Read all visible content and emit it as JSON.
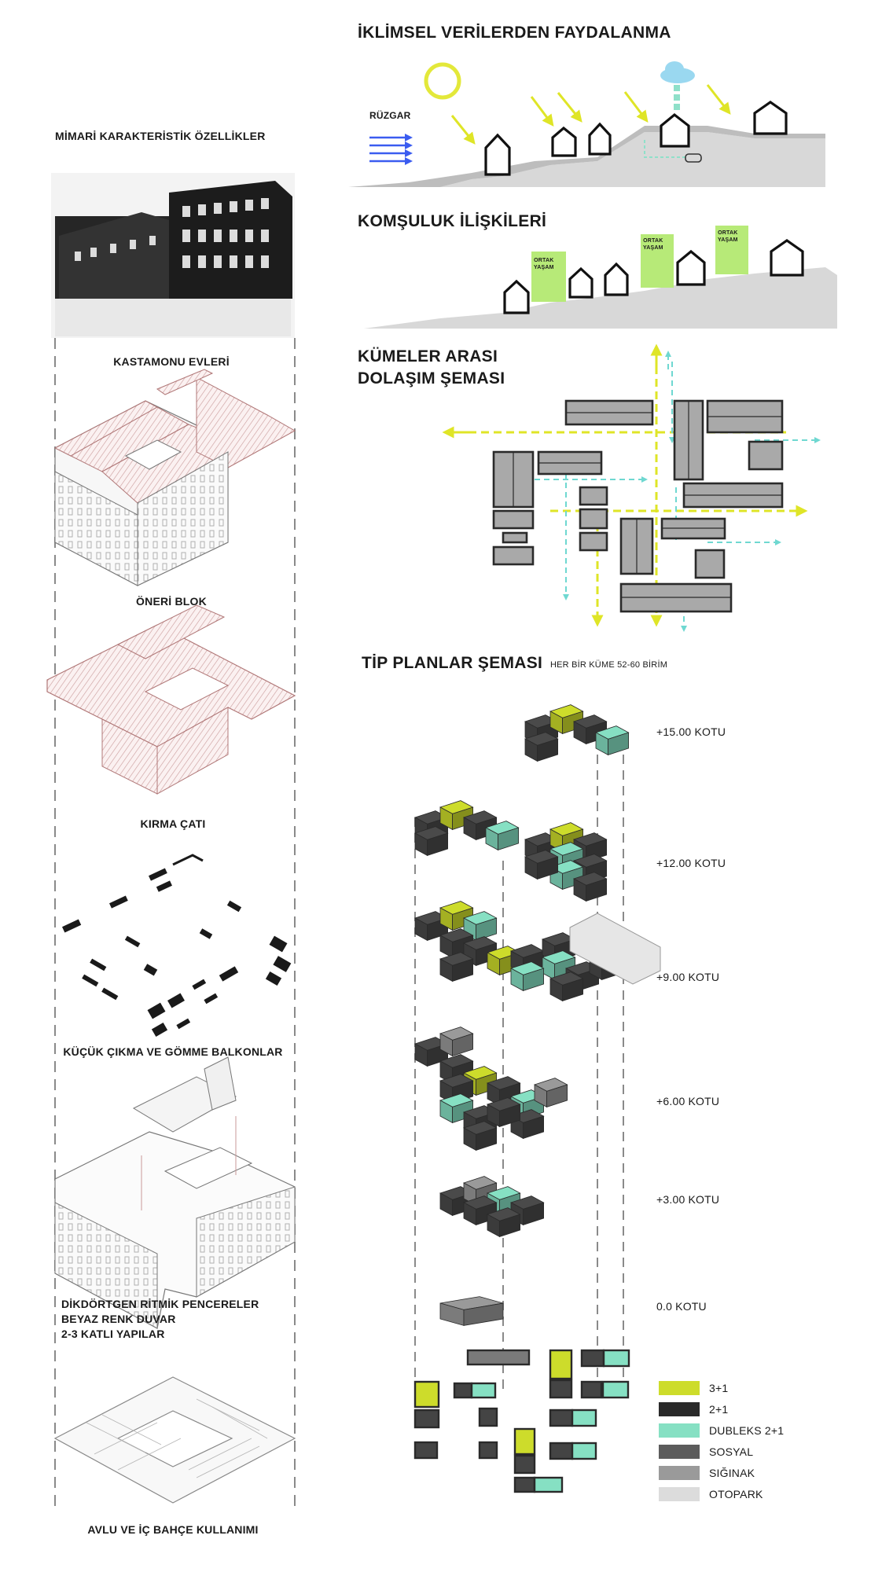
{
  "left_column": {
    "heading": "MİMARİ KARAKTERİSTİK ÖZELLİKLER",
    "items": [
      {
        "label": "KASTAMONU EVLERİ"
      },
      {
        "label": "ÖNERİ BLOK"
      },
      {
        "label": "KIRMA ÇATI"
      },
      {
        "label": "KÜÇÜK ÇIKMA VE GÖMME BALKONLAR"
      },
      {
        "label_lines": [
          "DİKDÖRTGEN RİTMİK PENCERELER",
          "BEYAZ RENK DUVAR",
          "2-3 KATLI YAPILAR"
        ]
      },
      {
        "label": "AVLU VE İÇ BAHÇE  KULLANIMI"
      }
    ]
  },
  "climate": {
    "title": "İKLİMSEL VERİLERDEN FAYDALANMA",
    "wind_label": "RÜZGAR"
  },
  "neighbor": {
    "title": "KOMŞULUK İLİŞKİLERİ",
    "shared_label_1": "ORTAK",
    "shared_label_2": "YAŞAM"
  },
  "circulation": {
    "title_line1": "KÜMELER ARASI",
    "title_line2": "DOLAŞIM ŞEMASI"
  },
  "plans": {
    "title": "TİP PLANLAR ŞEMASI",
    "subtitle": "HER BİR KÜME 52-60 BİRİM",
    "levels": [
      "+15.00 KOTU",
      "+12.00  KOTU",
      "+9.00 KOTU",
      "+6.00 KOTU",
      "+3.00 KOTU",
      "0.0 KOTU"
    ]
  },
  "legend": [
    {
      "label": "3+1",
      "color": "#cddc2b"
    },
    {
      "label": "2+1",
      "color": "#2a2a2a"
    },
    {
      "label": "DUBLEKS 2+1",
      "color": "#86e0c3"
    },
    {
      "label": "SOSYAL",
      "color": "#5c5c5c"
    },
    {
      "label": "SIĞINAK",
      "color": "#9a9a9a"
    },
    {
      "label": "OTOPARK",
      "color": "#dcdcdc"
    }
  ]
}
